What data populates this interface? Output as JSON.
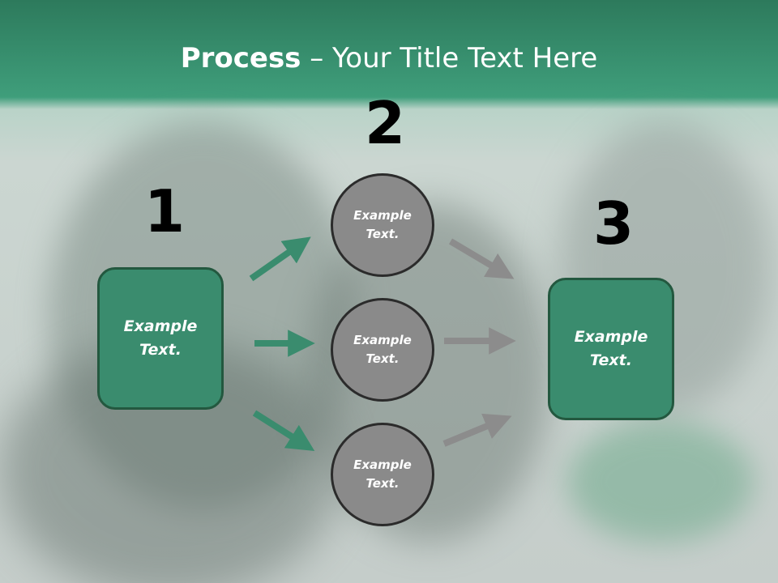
{
  "title": {
    "bold": "Process",
    "rest": " – Your Title Text Here"
  },
  "numbers": [
    "1",
    "2",
    "3"
  ],
  "box_left": {
    "line1": "Example",
    "line2": "Text."
  },
  "box_right": {
    "line1": "Example",
    "line2": "Text."
  },
  "circles": [
    {
      "line1": "Example",
      "line2": "Text."
    },
    {
      "line1": "Example",
      "line2": "Text."
    },
    {
      "line1": "Example",
      "line2": "Text."
    }
  ],
  "colors": {
    "header": "#3a9a77",
    "box": "#3a8c6e",
    "box_border": "#23583f",
    "circle": "#8a8a8a",
    "arrow_green": "#3a8c6e",
    "arrow_gray": "#8c8c8c"
  }
}
